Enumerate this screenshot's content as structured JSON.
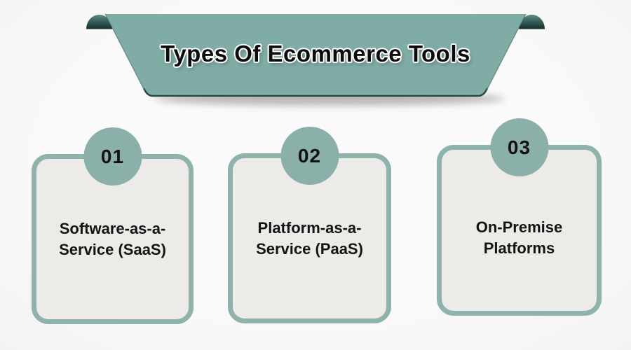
{
  "title": {
    "text": "Types Of Ecommerce Tools"
  },
  "banner": {
    "fill": "#7fada6",
    "bottom_edge": "#2c4843",
    "curl_gradient_top": "#5c8b85",
    "curl_gradient_bottom": "#122e2a"
  },
  "cards": [
    {
      "number": "01",
      "label": "Software-as-a-\nService (SaaS)"
    },
    {
      "number": "02",
      "label": "Platform-as-a-\nService (PaaS)"
    },
    {
      "number": "03",
      "label": "On-Premise\nPlatforms"
    }
  ],
  "theme": {
    "page_bg": "#f8f8f8",
    "card_bg": "#ecebe8",
    "card_border": "#8db3ac",
    "badge_bg": "#8ab0a9",
    "text_color": "#141414"
  }
}
